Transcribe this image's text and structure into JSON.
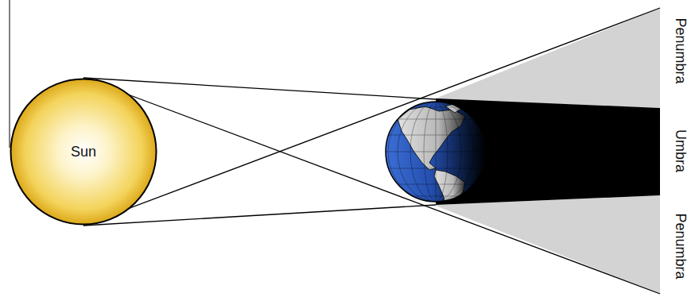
{
  "diagram": {
    "nodes": [
      {
        "text": [
          "Sun"
        ]
      }
    ],
    "labels": [
      "Penumbra",
      "Umbra",
      "Penumbra"
    ]
  }
}
